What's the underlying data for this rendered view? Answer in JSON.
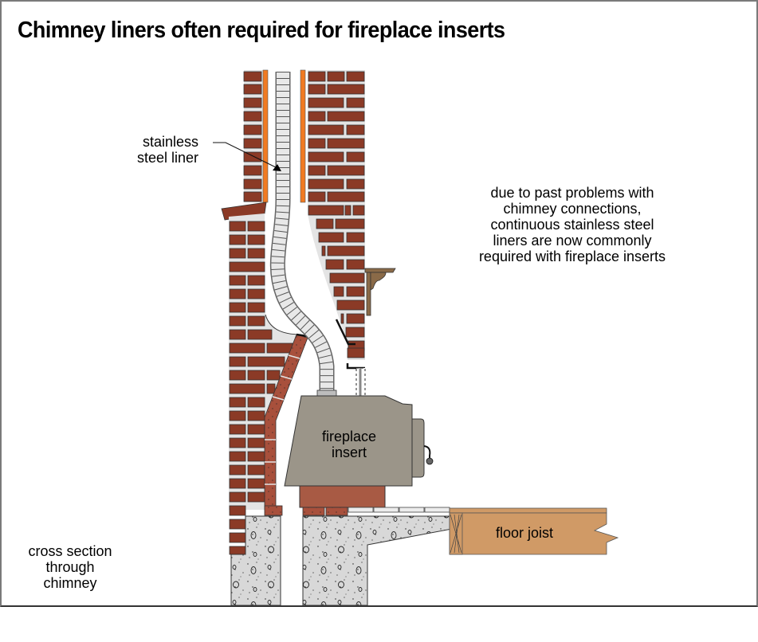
{
  "title": "Chimney liners often required for fireplace inserts",
  "labels": {
    "liner": [
      "stainless",
      "steel liner"
    ],
    "note": [
      "due to past problems with",
      "chimney connections,",
      "continuous stainless steel",
      "liners are now commonly",
      "required with fireplace inserts"
    ],
    "insert": [
      "fireplace",
      "insert"
    ],
    "joist": "floor joist",
    "section": [
      "cross section",
      "through",
      "chimney"
    ]
  },
  "colors": {
    "brick": "#8b3a26",
    "mortar": "#e4e4e4",
    "flue_tile": "#f07a22",
    "liner": "#e8e8e8",
    "insert_body": "#9b9589",
    "hearth": "#a85a44",
    "concrete": "#d8d8d8",
    "joist": "#d09a66",
    "bracket": "#8a6a48"
  }
}
